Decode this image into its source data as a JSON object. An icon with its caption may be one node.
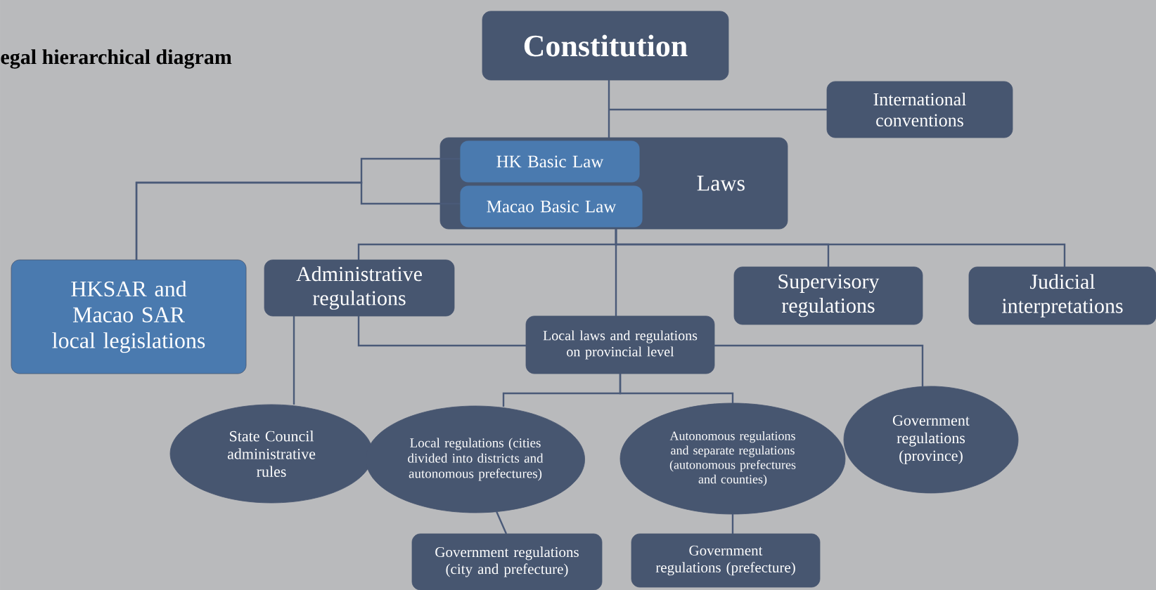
{
  "diagram": {
    "title": "egal hierarchical diagram",
    "nodes": [
      {
        "text": [
          "Constitution"
        ]
      },
      {
        "text": [
          "International conventions"
        ]
      },
      {
        "text": [
          "Laws"
        ]
      },
      {
        "text": [
          "HK Basic Law"
        ],
        "in": 2
      },
      {
        "text": [
          "Macao Basic Law"
        ],
        "in": 2
      },
      {
        "text": [
          "HKSAR and Macao SAR local legislations"
        ]
      },
      {
        "text": [
          "Administrative regulations"
        ]
      },
      {
        "text": [
          "Supervisory regulations"
        ]
      },
      {
        "text": [
          "Judicial interpretations"
        ]
      },
      {
        "text": [
          "Local laws and regulations on provincial level"
        ]
      },
      {
        "text": [
          "State Council administrative rules"
        ]
      },
      {
        "text": [
          "Local regulations (cities divided into districts and autonomous prefectures)"
        ]
      },
      {
        "text": [
          "Autonomous regulations and separate regulations (autonomous prefectures and counties)"
        ]
      },
      {
        "text": [
          "Government regulations (province)"
        ]
      },
      {
        "text": [
          "Government regulations (city and prefecture)"
        ]
      },
      {
        "text": [
          "Government regulations (prefecture)"
        ]
      }
    ],
    "edges": [
      {
        "from": 0,
        "to": 2,
        "arrow": "none"
      },
      {
        "from": 0,
        "to": 1,
        "arrow": "none"
      },
      {
        "from": 3,
        "to": 5,
        "arrow": "none"
      },
      {
        "from": 4,
        "to": 5,
        "arrow": "none"
      },
      {
        "from": 2,
        "to": 6,
        "arrow": "none"
      },
      {
        "from": 2,
        "to": 9,
        "arrow": "none"
      },
      {
        "from": 2,
        "to": 7,
        "arrow": "none"
      },
      {
        "from": 2,
        "to": 8,
        "arrow": "none"
      },
      {
        "from": 6,
        "to": 10,
        "arrow": "none"
      },
      {
        "from": 6,
        "to": 9,
        "arrow": "none"
      },
      {
        "from": 9,
        "to": 13,
        "arrow": "none"
      },
      {
        "from": 9,
        "to": 11,
        "arrow": "none"
      },
      {
        "from": 9,
        "to": 12,
        "arrow": "none"
      },
      {
        "from": 11,
        "to": 14,
        "arrow": "none"
      },
      {
        "from": 12,
        "to": 15,
        "arrow": "none"
      }
    ]
  }
}
